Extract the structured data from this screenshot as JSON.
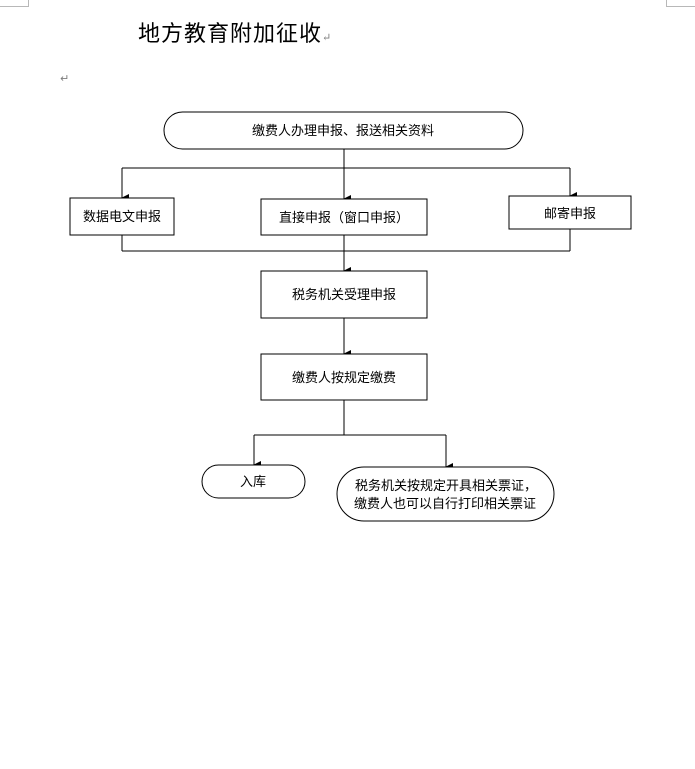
{
  "document": {
    "title": "地方教育附加征收",
    "paragraph_mark": "↵"
  },
  "flowchart": {
    "start": "缴费人办理申报、报送相关资料",
    "channel_data": "数据电文申报",
    "channel_direct": "直接申报（窗口申报）",
    "channel_mail": "邮寄申报",
    "accept": "税务机关受理申报",
    "pay": "缴费人按规定缴费",
    "storage": "入库",
    "invoice_line1": "税务机关按规定开具相关票证，",
    "invoice_line2": "缴费人也可以自行打印相关票证"
  }
}
